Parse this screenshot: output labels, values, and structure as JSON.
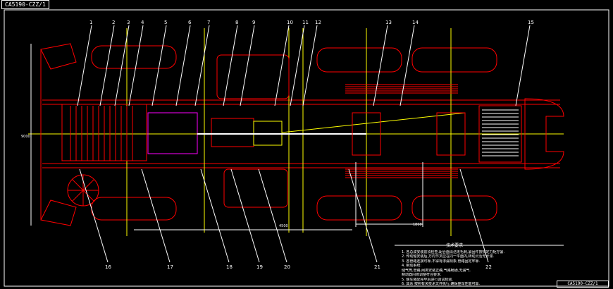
{
  "window": {
    "tab_label": "CA5190-CZZ/1"
  },
  "title_block": {
    "text": "CA5190-CZZ/1"
  },
  "colors": {
    "bg": "#000000",
    "red": "#ff0000",
    "yellow": "#ffff00",
    "magenta": "#ff00ff",
    "white": "#ffffff"
  },
  "callouts": [
    "1",
    "2",
    "3",
    "4",
    "5",
    "6",
    "7",
    "8",
    "9",
    "10",
    "11",
    "12",
    "13",
    "14",
    "15",
    "16",
    "17",
    "18",
    "19",
    "20",
    "21",
    "22"
  ],
  "dimensions": {
    "overall_length": "9000",
    "wheelbase": "4500",
    "track": "1860"
  },
  "notes": {
    "title": "技术要求",
    "lines": [
      "1. 各总成安装前须检查,配合面清洁无毛刺,紧固件按规定力矩拧紧.",
      "2. 传动轴安装后,万向节叉应在同一平面内,转动灵活无卡滞.",
      "3. 各管路连接可靠,不得有渗漏现象,管路固定牢靠.",
      "4. 制动系统:",
      "   储气筒,管路,阀类安装正确,气路畅通,无漏气.",
      "   制动器间隙调整符合要求.",
      "5. 整车装配完毕后进行调试检验.",
      "6. 其余  按照有关技术文件执行,确保整车性能可靠."
    ]
  }
}
